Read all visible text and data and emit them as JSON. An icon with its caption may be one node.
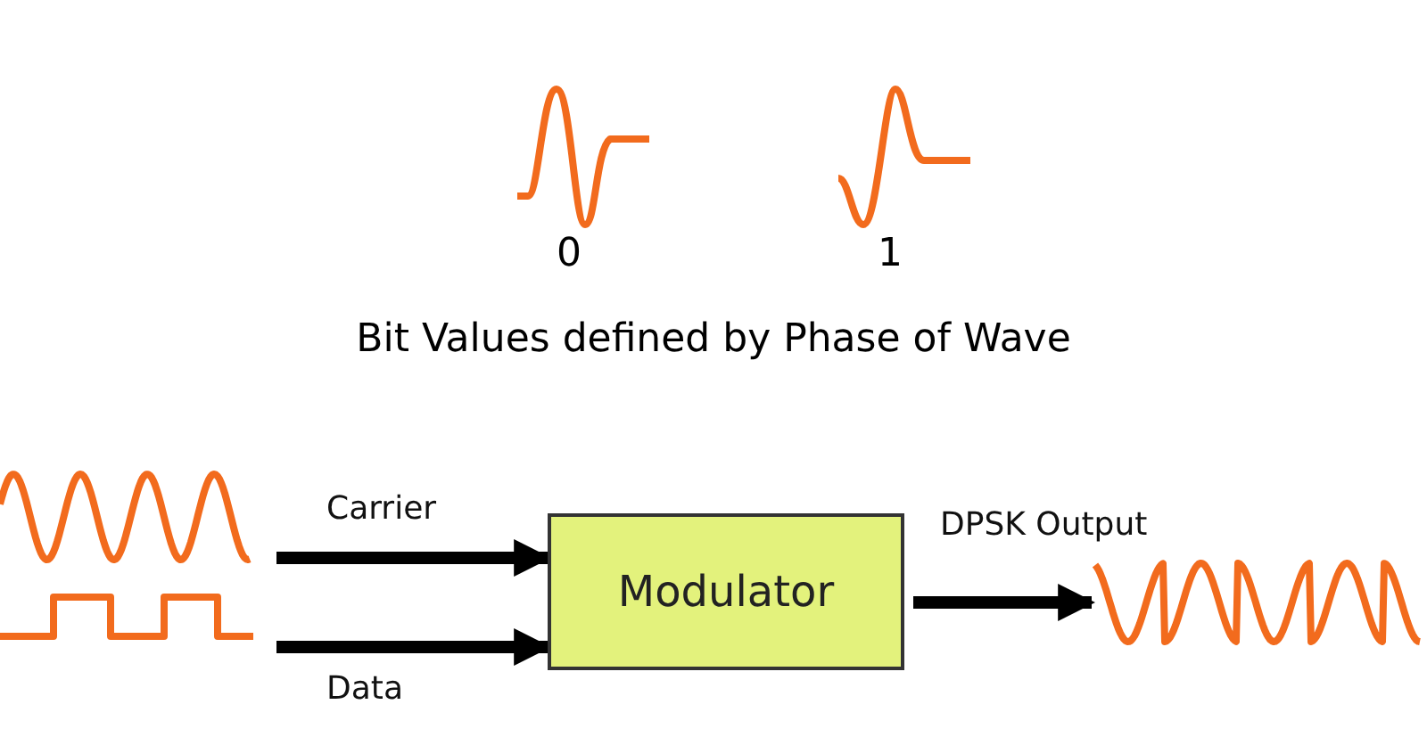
{
  "diagram": {
    "nodes": [
      {
        "text": [],
        "shape": "picture"
      },
      {
        "text": [],
        "shape": "picture"
      },
      {
        "text": [
          "Modulator"
        ]
      },
      {
        "text": [],
        "shape": "picture"
      }
    ],
    "edges": [
      {
        "from": 0,
        "to": 2,
        "arrow": "to",
        "label": "Carrier"
      },
      {
        "from": 1,
        "to": 2,
        "arrow": "to",
        "label": "Data"
      },
      {
        "from": 2,
        "to": 3,
        "arrow": "to",
        "label": "DPSK Output"
      }
    ],
    "labels": [
      "0",
      "1",
      "Bit Values defined by Phase of Wave"
    ]
  }
}
